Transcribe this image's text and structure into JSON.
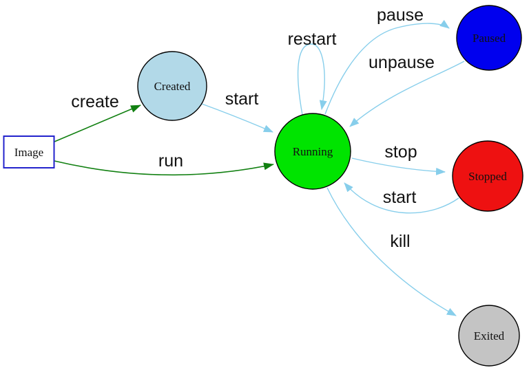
{
  "diagram": {
    "type": "state-machine",
    "description": "container lifecycle state diagram",
    "edge_colors": {
      "blue": "#87ceeb",
      "green": "#118011"
    },
    "nodes": [
      {
        "id": "image",
        "label": "Image",
        "shape": "rect",
        "fill": "#ffffff",
        "stroke": "#2222cc"
      },
      {
        "id": "created",
        "label": "Created",
        "shape": "circle",
        "fill": "#b2d9e8",
        "stroke": "#000000"
      },
      {
        "id": "running",
        "label": "Running",
        "shape": "circle",
        "fill": "#00e400",
        "stroke": "#000000"
      },
      {
        "id": "paused",
        "label": "Paused",
        "shape": "circle",
        "fill": "#0000ee",
        "stroke": "#000000"
      },
      {
        "id": "stopped",
        "label": "Stopped",
        "shape": "circle",
        "fill": "#ee1111",
        "stroke": "#000000"
      },
      {
        "id": "exited",
        "label": "Exited",
        "shape": "circle",
        "fill": "#c4c4c4",
        "stroke": "#000000"
      }
    ],
    "edges": [
      {
        "from": "image",
        "to": "running",
        "label": "run",
        "color": "#118011"
      },
      {
        "from": "image",
        "to": "created",
        "label": "create",
        "color": "#118011"
      },
      {
        "from": "created",
        "to": "running",
        "label": "start",
        "color": "#87ceeb"
      },
      {
        "from": "running",
        "to": "running",
        "label": "restart",
        "color": "#87ceeb"
      },
      {
        "from": "running",
        "to": "paused",
        "label": "pause",
        "color": "#87ceeb"
      },
      {
        "from": "paused",
        "to": "running",
        "label": "unpause",
        "color": "#87ceeb"
      },
      {
        "from": "running",
        "to": "stopped",
        "label": "stop",
        "color": "#87ceeb"
      },
      {
        "from": "stopped",
        "to": "running",
        "label": "start",
        "color": "#87ceeb"
      },
      {
        "from": "running",
        "to": "exited",
        "label": "kill",
        "color": "#87ceeb"
      }
    ]
  }
}
